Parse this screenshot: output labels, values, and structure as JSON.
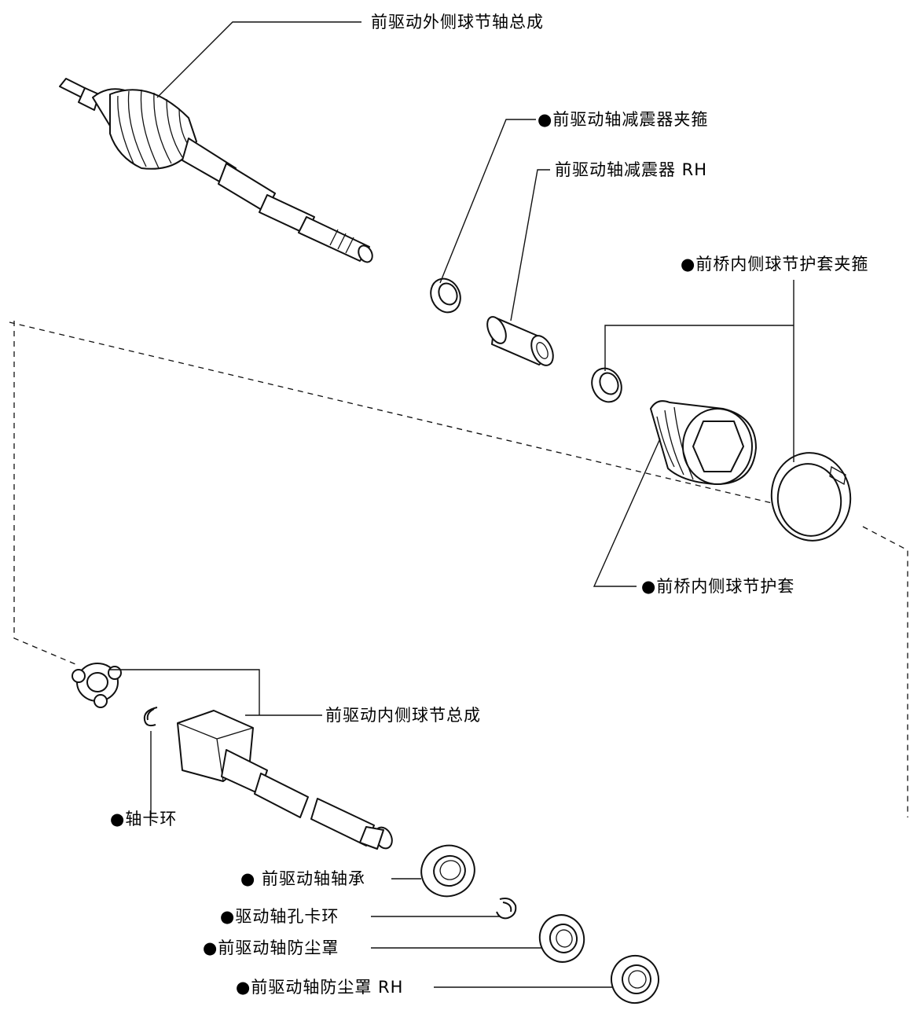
{
  "labels": {
    "outer_joint_assy": "前驱动外侧球节轴总成",
    "damper_clamp": "●前驱动轴减震器夹箍",
    "damper_rh": "前驱动轴减震器 RH",
    "inner_boot_clamp": "●前桥内侧球节护套夹箍",
    "inner_boot": "●前桥内侧球节护套",
    "inner_joint_assy": "前驱动内侧球节总成",
    "shaft_snap_ring": "●轴卡环",
    "shaft_bearing": "● 前驱动轴轴承",
    "hole_snap_ring": "●驱动轴孔卡环",
    "dust_cover": "●前驱动轴防尘罩",
    "dust_cover_rh": "●前驱动轴防尘罩 RH"
  },
  "icons": [
    "outer-joint-shaft-icon",
    "clamp-ring-icon",
    "damper-icon",
    "boot-icon",
    "tripod-icon",
    "inner-joint-shaft-icon",
    "snap-ring-icon",
    "bearing-icon",
    "dust-cover-icon"
  ]
}
